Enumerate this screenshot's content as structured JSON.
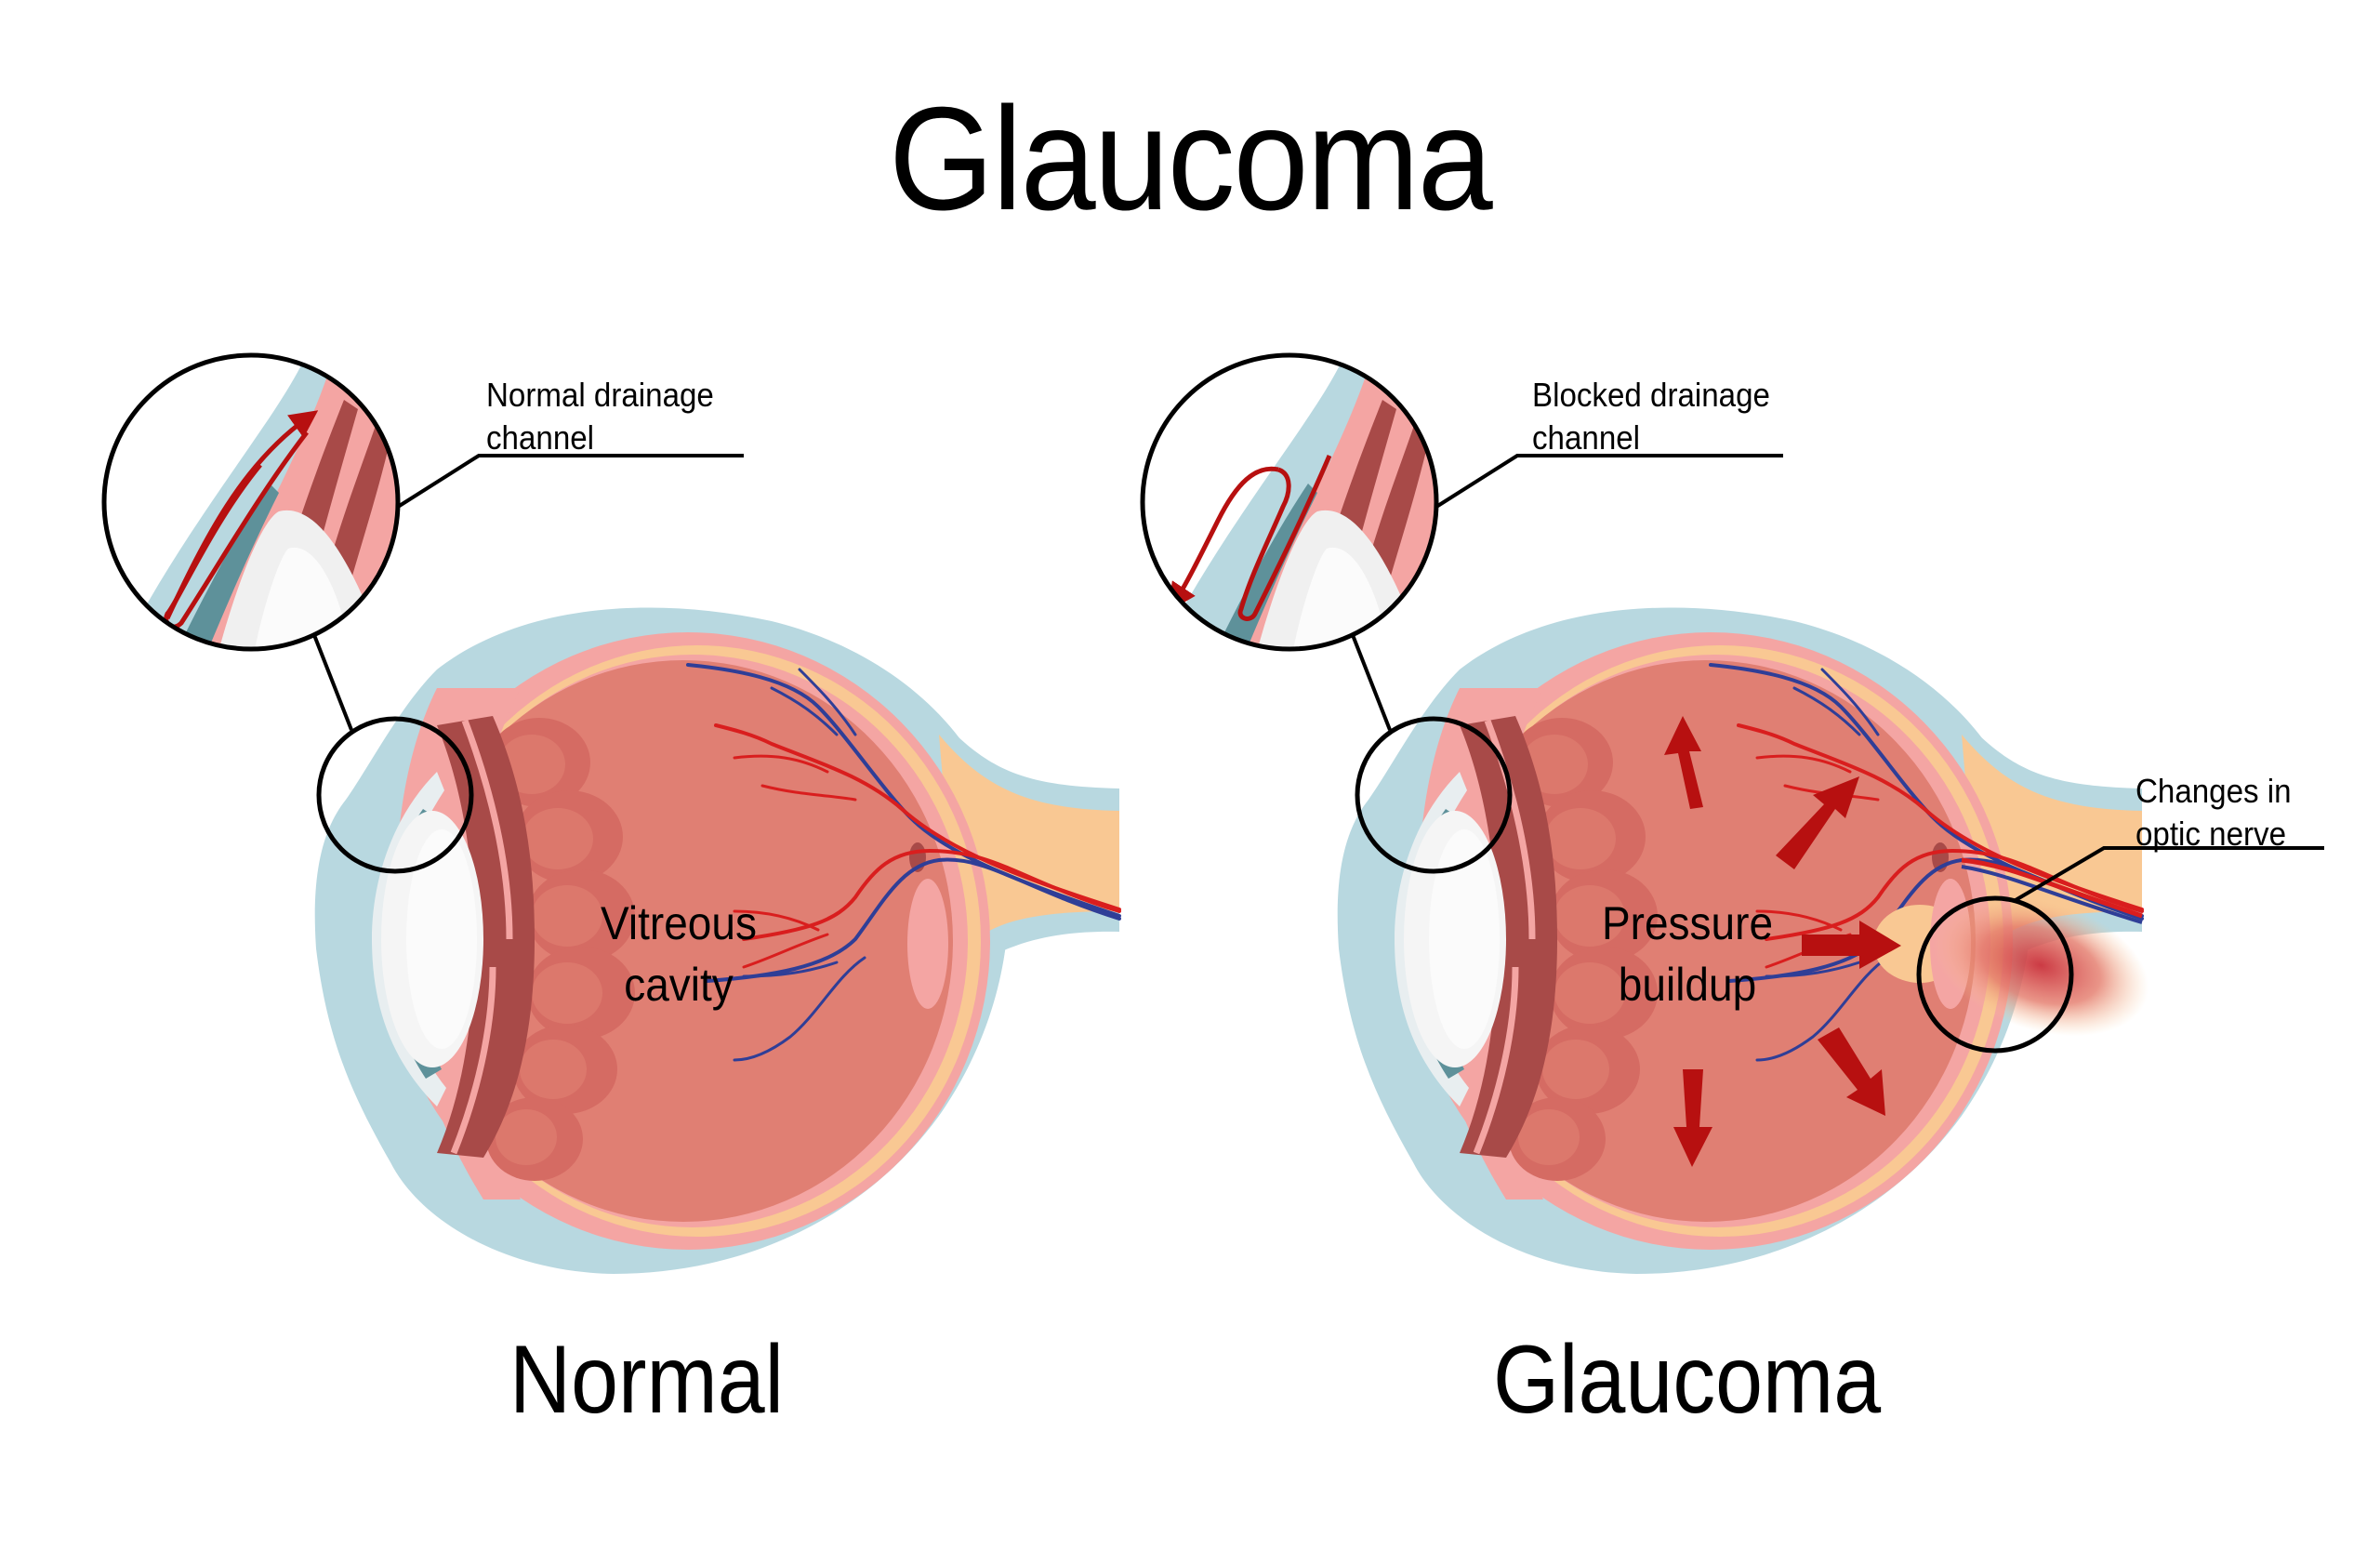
{
  "title": "Glaucoma",
  "panels": [
    {
      "id": "normal",
      "caption": "Normal",
      "callouts": [
        {
          "line1": "Normal drainage",
          "line2": "channel"
        }
      ],
      "inner_label": {
        "line1": "Vitreous",
        "line2": "cavity"
      }
    },
    {
      "id": "glaucoma",
      "caption": "Glaucoma",
      "callouts": [
        {
          "line1": "Blocked drainage",
          "line2": "channel"
        },
        {
          "line1": "Changes in",
          "line2": "optic nerve"
        }
      ],
      "inner_label": {
        "line1": "Pressure",
        "line2": "buildup"
      }
    }
  ],
  "colors": {
    "sclera_outer": "#b8d8e0",
    "choroid_pink": "#f4a5a3",
    "retina_orange": "#f9c893",
    "vitreous": "#e07f73",
    "ciliary": "#d56b63",
    "iris_dark": "#a84a48",
    "lens": "#f5f5f5",
    "cornea_teal": "#5e919a",
    "pupil_navy": "#033a56",
    "artery_red": "#d91e1e",
    "vein_blue": "#2f3e97",
    "pressure_arrow": "#b71010",
    "outline": "#000000"
  }
}
